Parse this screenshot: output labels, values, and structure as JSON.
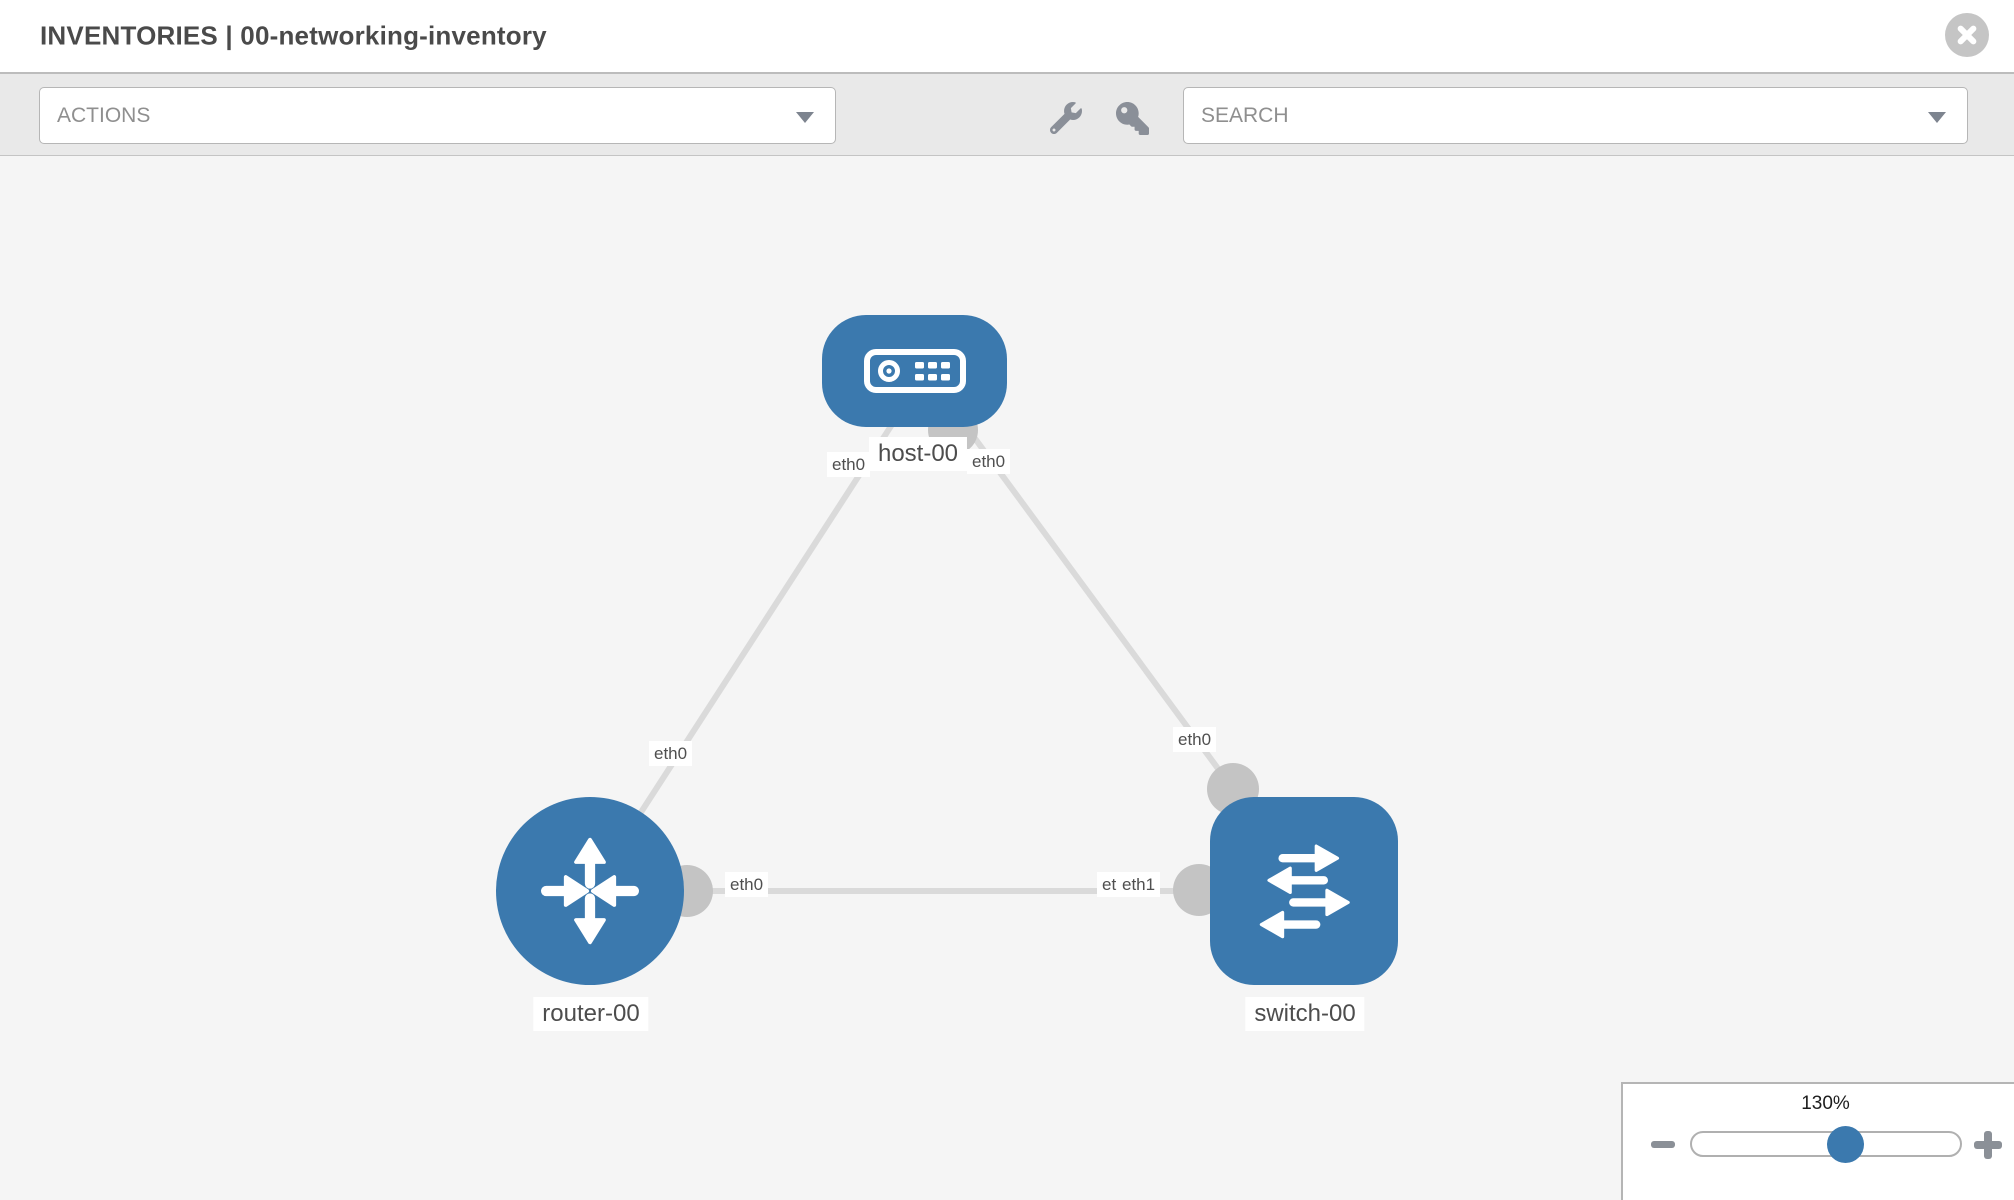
{
  "app": {
    "header_title": "INVENTORIES | 00-networking-inventory",
    "close_icon": "x-circle-icon"
  },
  "toolbar": {
    "actions": {
      "label": "ACTIONS",
      "icon": "chevron-down-icon"
    },
    "search": {
      "placeholder": "SEARCH",
      "icon": "chevron-down-icon"
    },
    "tools": [
      {
        "icon": "wrench-icon"
      },
      {
        "icon": "key-icon"
      }
    ]
  },
  "topology": {
    "nodes": [
      {
        "id": "host-00",
        "label": "host-00",
        "type": "host",
        "icon": "host-icon"
      },
      {
        "id": "router-00",
        "label": "router-00",
        "type": "router",
        "icon": "router-icon"
      },
      {
        "id": "switch-00",
        "label": "switch-00",
        "type": "switch",
        "icon": "switch-icon"
      }
    ],
    "links": [
      {
        "source": "host-00",
        "source_port": "eth0",
        "target": "router-00",
        "target_port": "eth0"
      },
      {
        "source": "host-00",
        "source_port": "eth0",
        "target": "switch-00",
        "target_port": "eth0"
      },
      {
        "source": "router-00",
        "source_port": "eth0",
        "target": "switch-00",
        "target_port": "eth1",
        "target_port_overlapped": "eth0"
      }
    ]
  },
  "zoom_control": {
    "level": "130%",
    "minus_icon": "minus-icon",
    "plus_icon": "plus-icon"
  },
  "colors": {
    "node_blue": "#3b79ae",
    "link_gray": "#dadada",
    "connector_gray": "#c4c4c4",
    "canvas_bg": "#f5f5f5",
    "toolbar_bg": "#e9e9e9"
  }
}
